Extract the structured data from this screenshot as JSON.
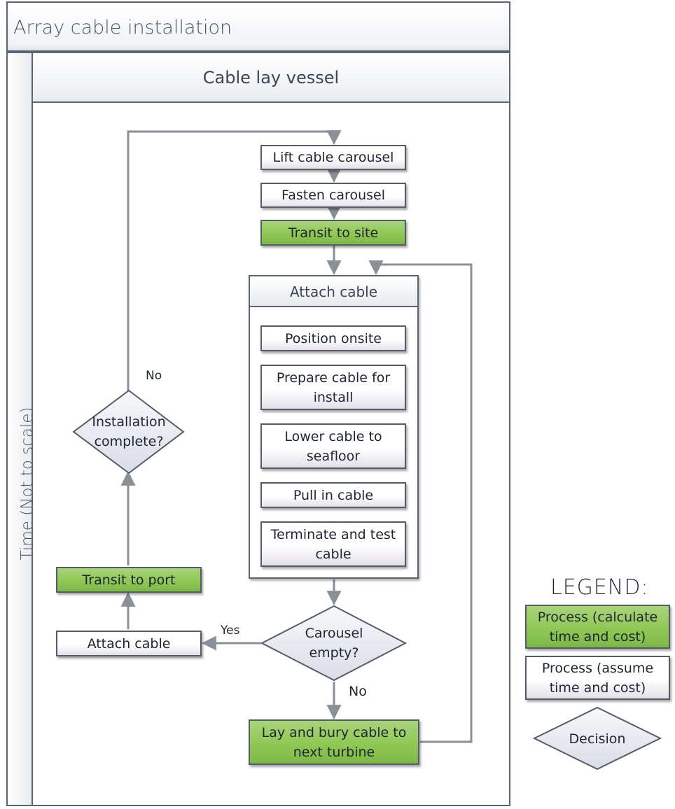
{
  "diagram": {
    "title": "Array cable installation",
    "lane": "Cable lay vessel",
    "axis_label": "Time (Not to scale)",
    "steps": {
      "lift": "Lift cable carousel",
      "fasten": "Fasten carousel",
      "transit_site": "Transit to site",
      "attach_group": "Attach cable",
      "position": "Position onsite",
      "prepare": "Prepare cable for install",
      "lower": "Lower cable to seafloor",
      "pull": "Pull in cable",
      "terminate": "Terminate and test cable",
      "carousel_q_1": "Carousel",
      "carousel_q_2": "empty?",
      "lay": "Lay and bury cable to next turbine",
      "attach_end": "Attach cable",
      "transit_port": "Transit to port",
      "install_q_1": "Installation",
      "install_q_2": "complete?"
    },
    "edge_labels": {
      "yes": "Yes",
      "no_carousel": "No",
      "no_install": "No"
    },
    "legend": {
      "title": "LEGEND:",
      "calc": "Process (calculate time and cost)",
      "assume": "Process (assume time and cost)",
      "decision": "Decision"
    },
    "colors": {
      "green_process": "#8ec653",
      "gray_process": "#f2f0f4",
      "decision_fill": "#e7eaf1",
      "border": "#555c68",
      "arrow": "#8a8f98"
    }
  }
}
